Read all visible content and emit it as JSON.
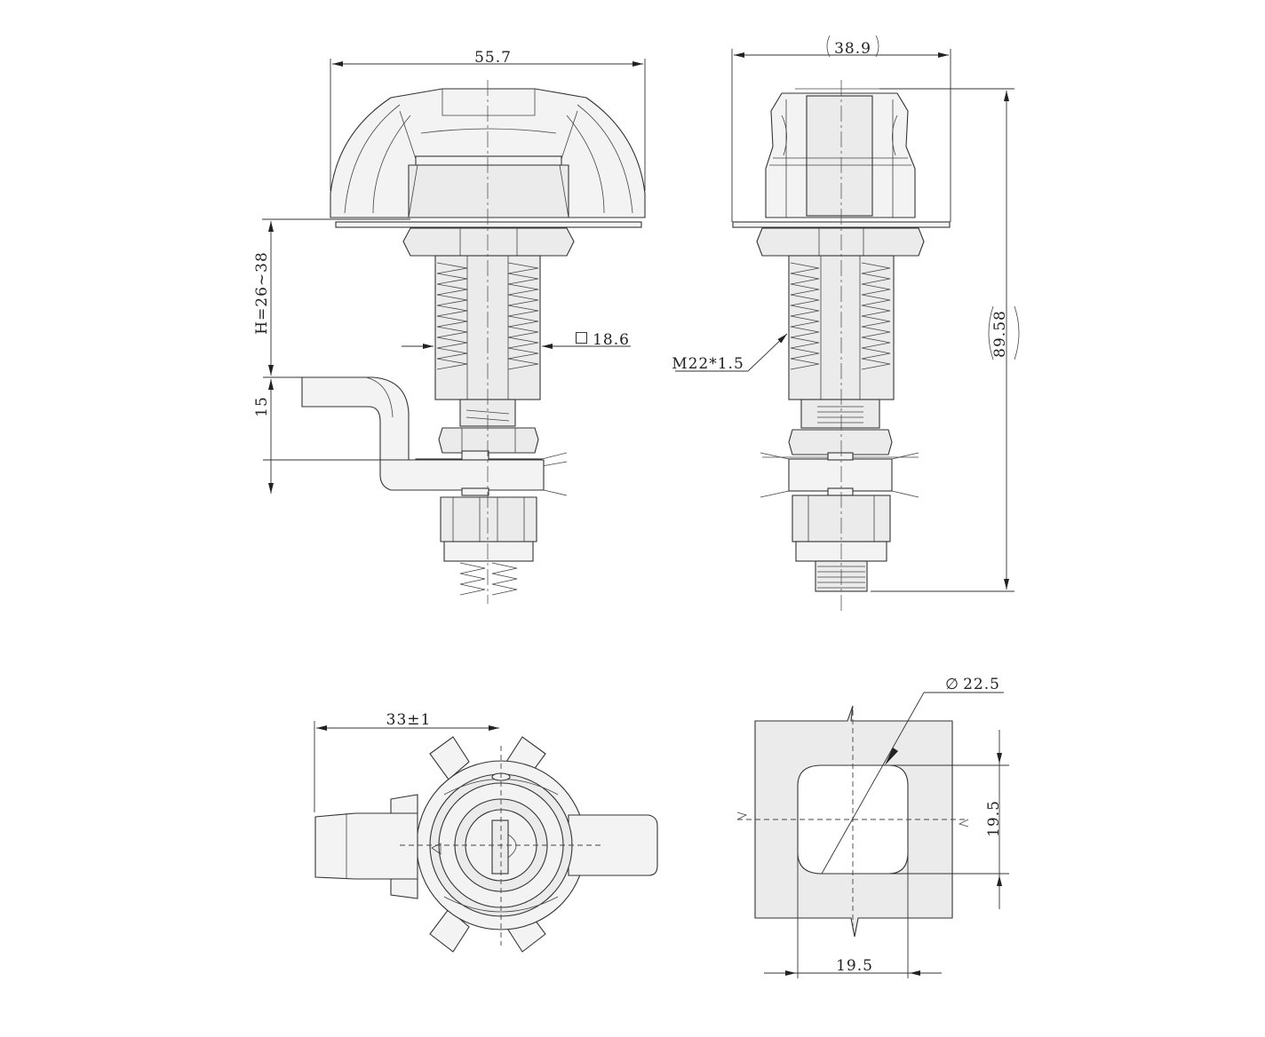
{
  "dimensions": {
    "top_width": "55.7",
    "side_width": "38.9",
    "height_range": "H=26~38",
    "hook_offset": "15",
    "square_size": "18.6",
    "thread": "M22*1.5",
    "overall_height": "89.58",
    "bottom_width": "33±1",
    "cutout_diameter": "22.5",
    "cutout_height": "19.5",
    "cutout_width": "19.5"
  },
  "symbols": {
    "square": "□",
    "diameter": "∅"
  },
  "colors": {
    "line": "#333333",
    "fill": "#ebebeb",
    "background": "#ffffff"
  }
}
